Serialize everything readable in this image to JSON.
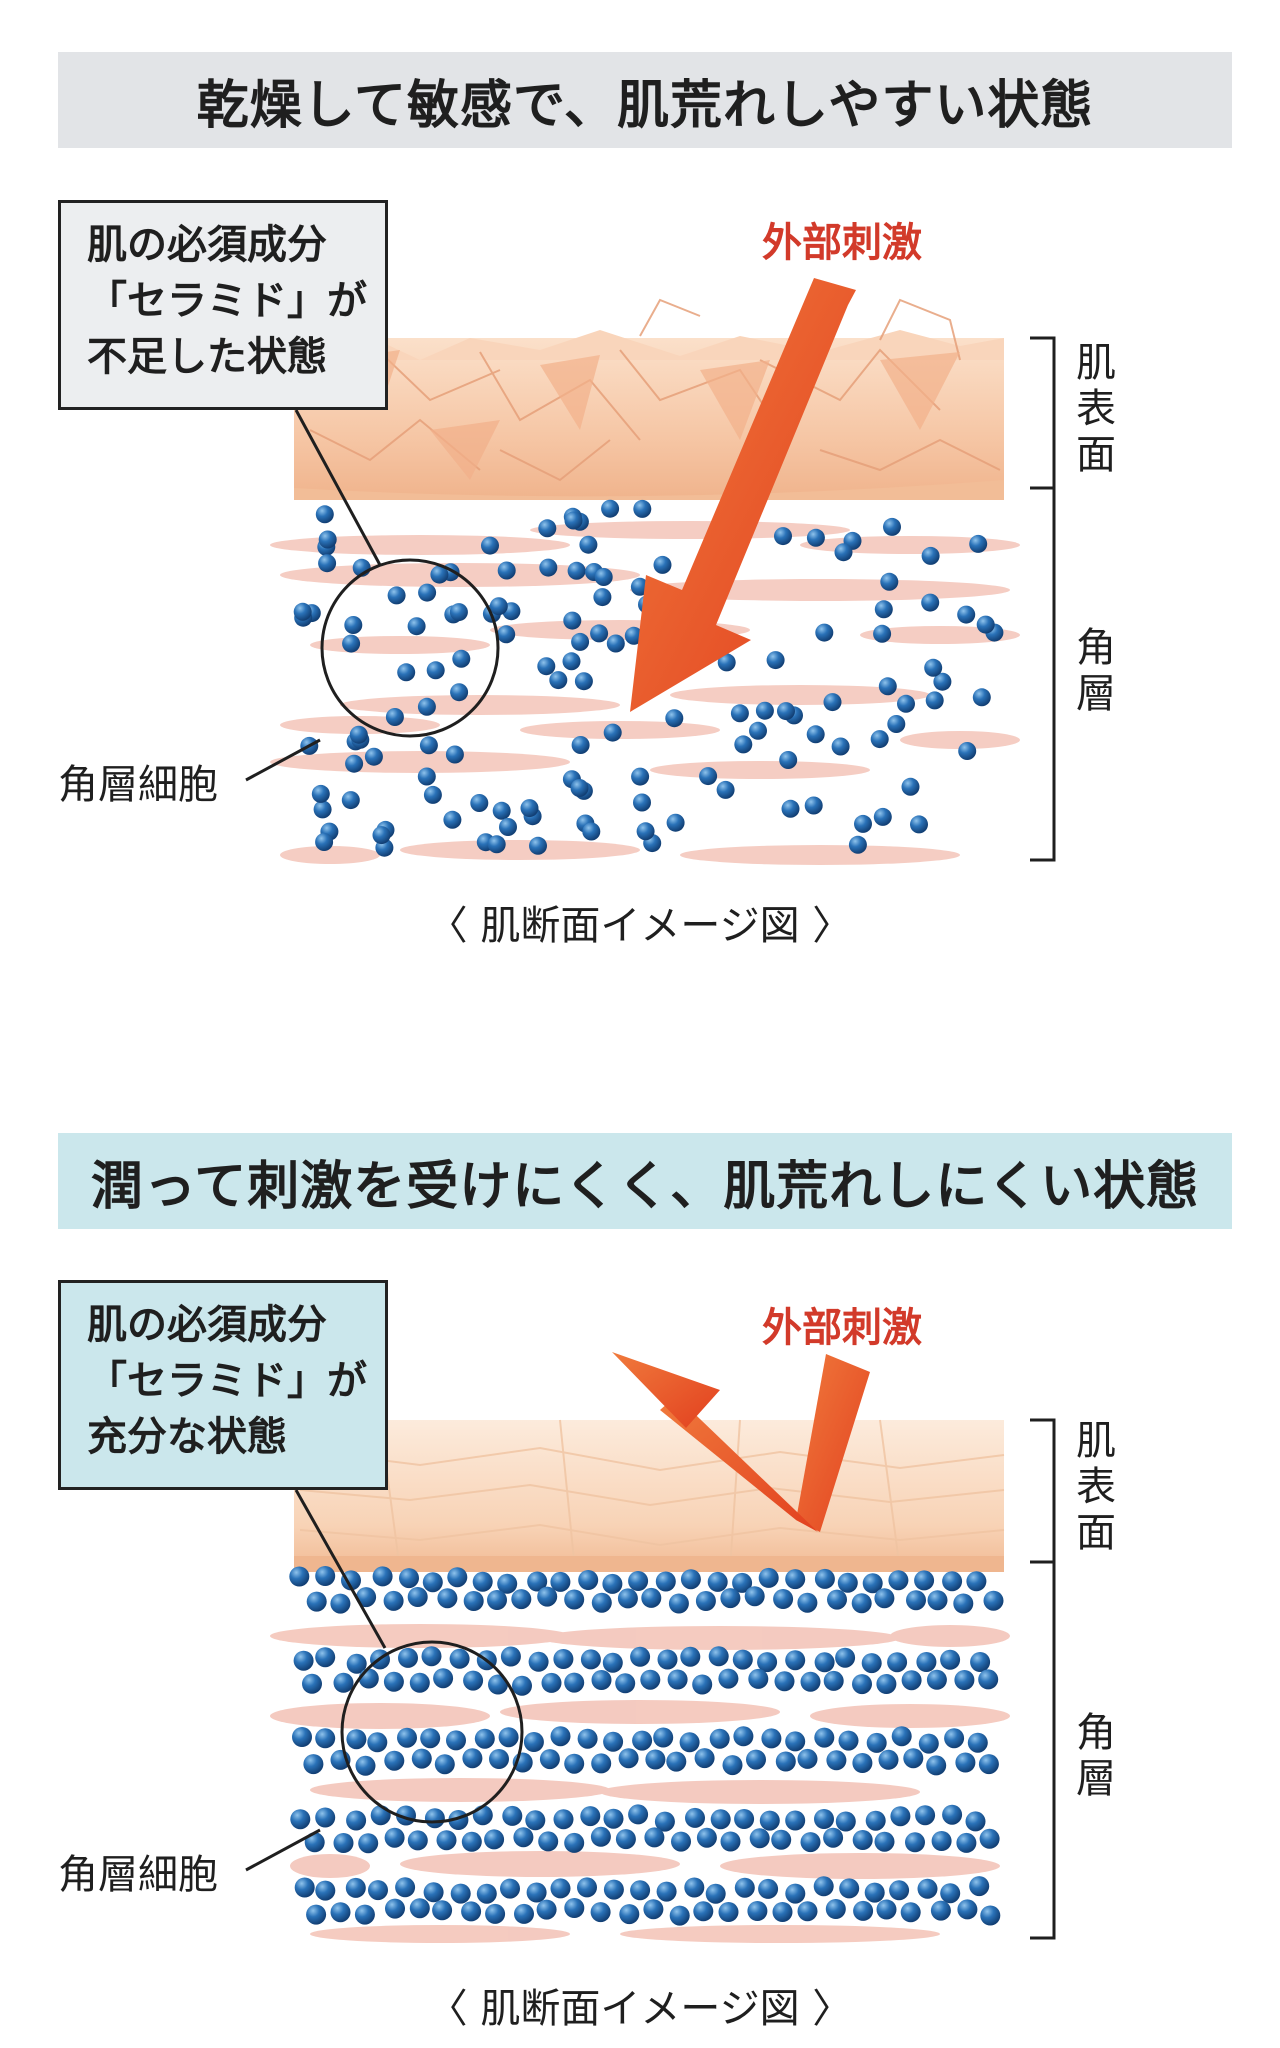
{
  "panels": [
    {
      "state": "dry",
      "title": "乾燥して敏感で、肌荒れしやすい状態",
      "callout": [
        "肌の必須成分",
        "「セラミド」が",
        "不足した状態"
      ],
      "stimulus_label": "外部刺激",
      "surface_label": [
        "肌",
        "表",
        "面"
      ],
      "layer_label": [
        "角",
        "層"
      ],
      "cell_label": "角層細胞",
      "caption": "〈 肌断面イメージ図 〉",
      "colors": {
        "banner": "#e2e4e7",
        "callout": "#eceef0"
      }
    },
    {
      "state": "moist",
      "title": "潤って刺激を受けにくく、肌荒れしにくい状態",
      "callout": [
        "肌の必須成分",
        "「セラミド」が",
        "充分な状態"
      ],
      "stimulus_label": "外部刺激",
      "surface_label": [
        "肌",
        "表",
        "面"
      ],
      "layer_label": [
        "角",
        "層"
      ],
      "cell_label": "角層細胞",
      "caption": "〈 肌断面イメージ図 〉",
      "colors": {
        "banner": "#cbe7ec",
        "callout": "#cbe7ec"
      }
    }
  ],
  "colors": {
    "arrow": "#e8542a",
    "stimulus_text": "#d23a2a",
    "ceramide": "#2a72b8",
    "skin": "#f6c7a6",
    "cell": "#f4c8bd"
  }
}
